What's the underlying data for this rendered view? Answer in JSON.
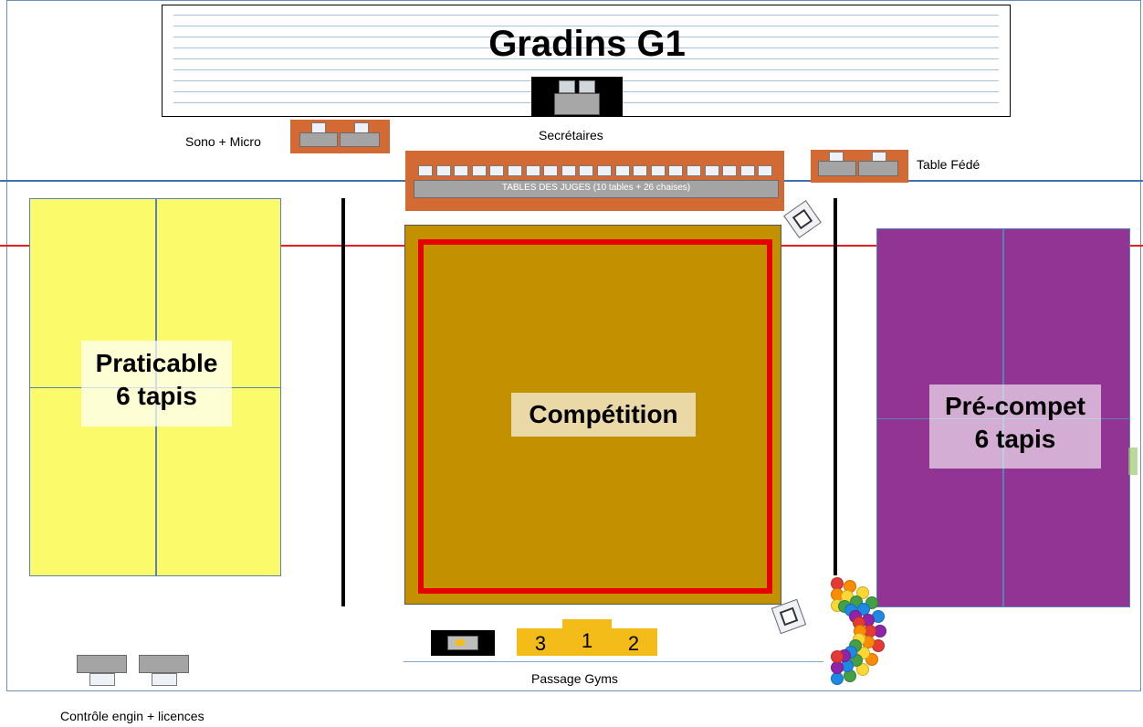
{
  "stands": {
    "title": "Gradins G1"
  },
  "labels": {
    "secretaires": "Secrétaires",
    "sono": "Sono + Micro",
    "table_fede": "Table Fédé",
    "juges": "TABLES DES JUGES (10 tables + 26 chaises)",
    "passage": "Passage Gyms",
    "controle": "Contrôle engin + licences"
  },
  "zones": {
    "praticable": {
      "line1": "Praticable",
      "line2": "6 tapis",
      "color": "#fafa6a"
    },
    "competition": {
      "label": "Compétition",
      "color": "#c39100",
      "border": "#e60000"
    },
    "precompet": {
      "line1": "Pré-compet",
      "line2": "6 tapis",
      "color": "#913494"
    }
  },
  "podium": {
    "third": "3",
    "first": "1",
    "second": "2",
    "color": "#f3bc18"
  },
  "colors": {
    "orange": "#d36a34",
    "hall_line": "#3f73b0",
    "red_line": "#e02020"
  }
}
